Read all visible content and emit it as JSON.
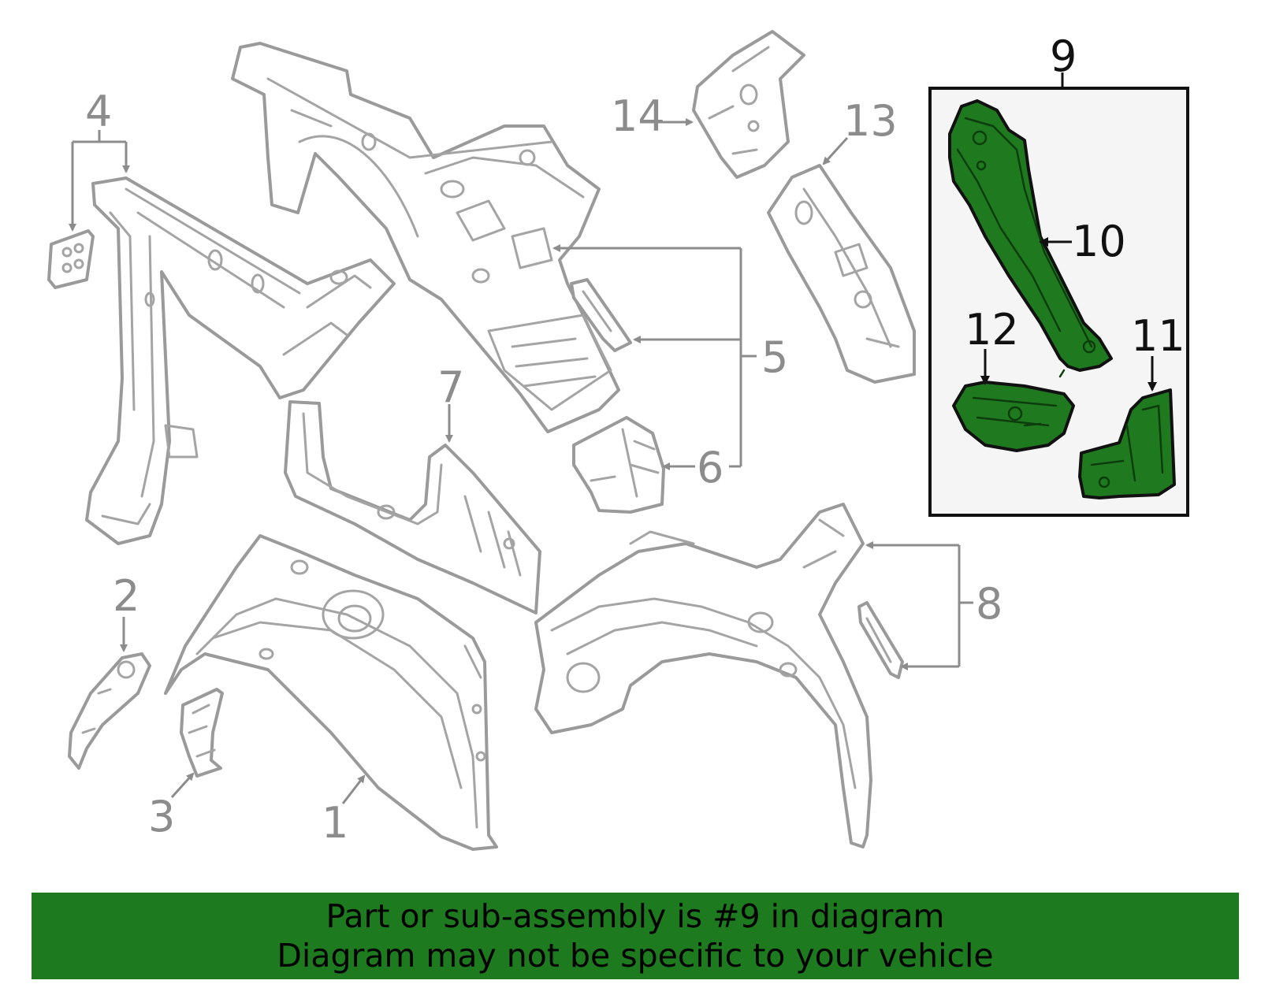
{
  "colors": {
    "outline": "#9a9a9a",
    "highlight_fill": "#1f7a1f",
    "banner_background": "#1e7a1e",
    "box_background": "#f5f5f5"
  },
  "labels": {
    "part_1": "1",
    "part_2": "2",
    "part_3": "3",
    "part_4": "4",
    "part_5": "5",
    "part_6": "6",
    "part_7": "7",
    "part_8": "8",
    "part_9": "9",
    "part_10": "10",
    "part_11": "11",
    "part_12": "12",
    "part_13": "13",
    "part_14": "14"
  },
  "banner": {
    "line1": "Part or sub-assembly is #9 in diagram",
    "line2": "Diagram may not be specific to your vehicle"
  }
}
